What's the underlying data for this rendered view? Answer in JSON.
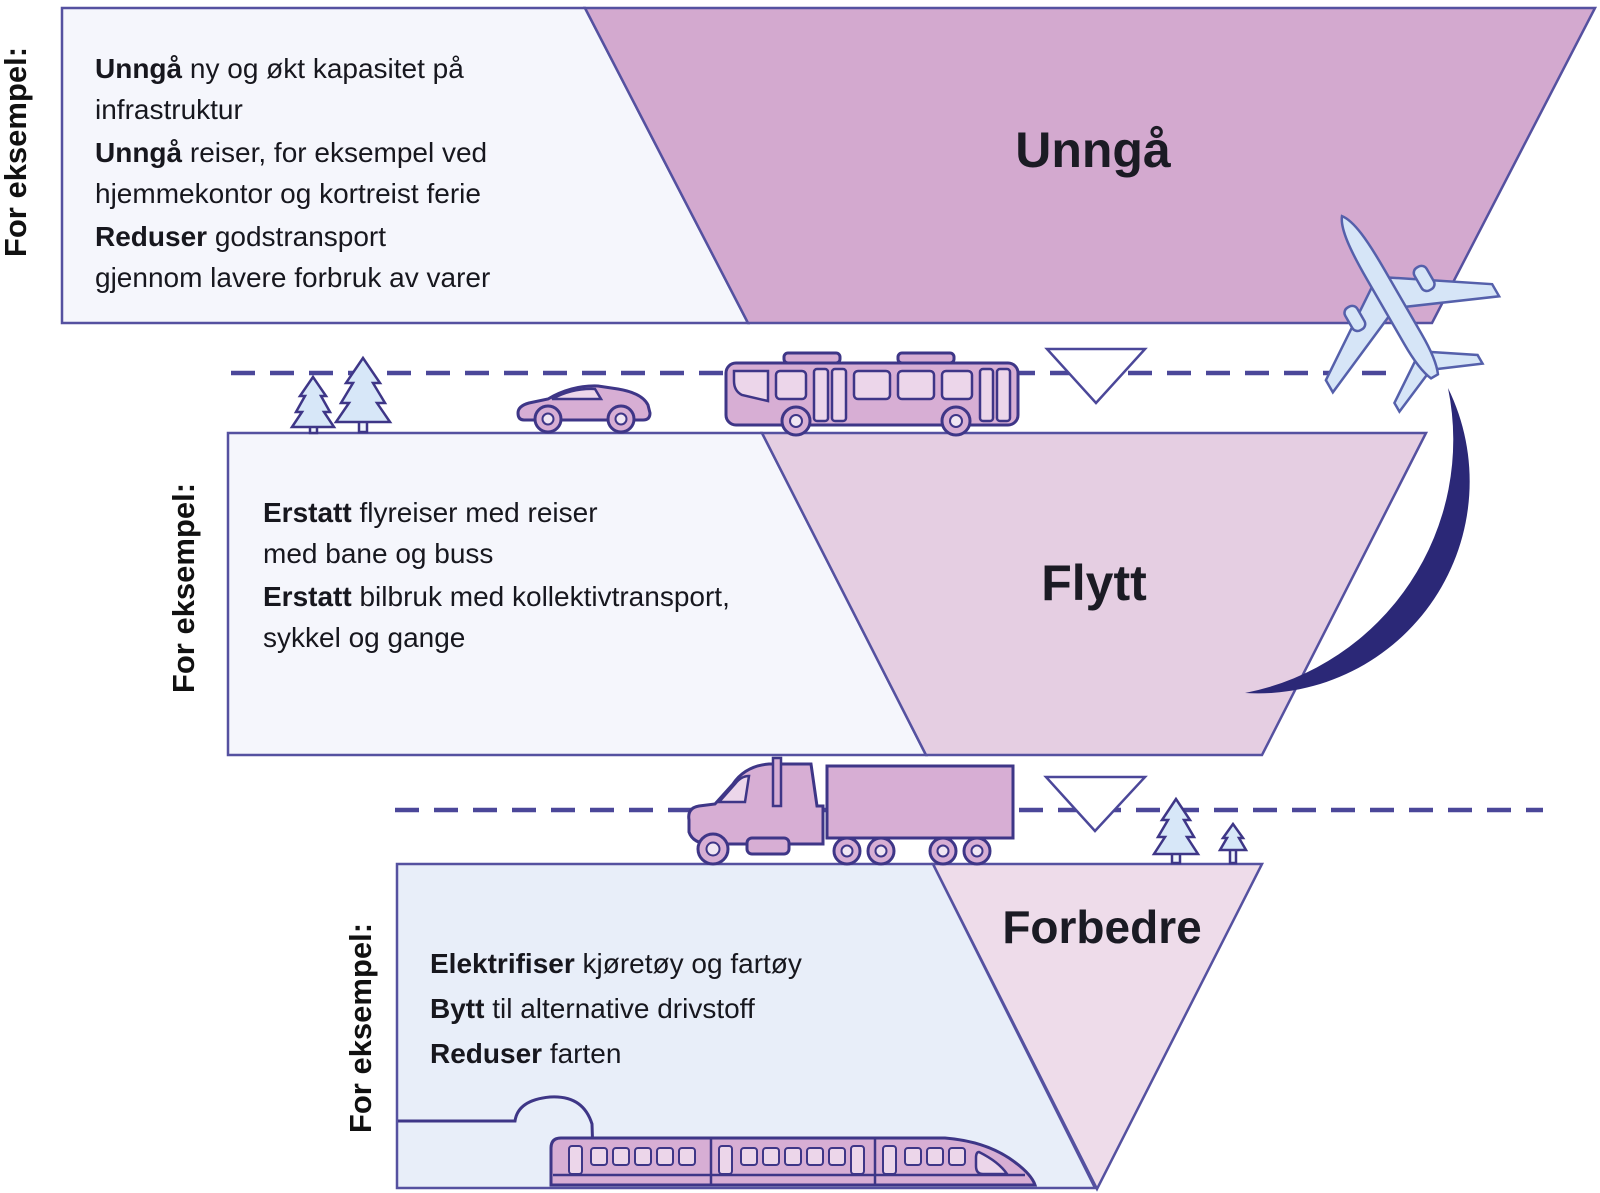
{
  "stages": [
    {
      "side_label": "For eksempel:",
      "title": "Unngå",
      "examples": [
        {
          "bold": "Unngå",
          "rest": " ny og økt kapasitet på",
          "line2": "infrastruktur"
        },
        {
          "bold": "Unngå",
          "rest": " reiser, for eksempel ved",
          "line2": "hjemmekontor og kortreist ferie"
        },
        {
          "bold": "Reduser",
          "rest": " godstransport",
          "line2": "gjennom lavere forbruk av varer"
        }
      ]
    },
    {
      "side_label": "For eksempel:",
      "title": "Flytt",
      "examples": [
        {
          "bold": "Erstatt",
          "rest": " flyreiser med reiser",
          "line2": "med bane og buss"
        },
        {
          "bold": "Erstatt",
          "rest": " bilbruk med kollektivtransport,",
          "line2": "sykkel og gange"
        }
      ]
    },
    {
      "side_label": "For eksempel:",
      "title": "Forbedre",
      "examples": [
        {
          "bold": "Elektrifiser",
          "rest": " kjøretøy og fartøy"
        },
        {
          "bold": "Bytt",
          "rest": " til alternative drivstoff"
        },
        {
          "bold": "Reduser",
          "rest": " farten"
        }
      ]
    }
  ],
  "icons": {
    "between_stage_1_and_2": [
      "pine-tree-icon",
      "pine-tree-icon",
      "car-icon",
      "bus-icon",
      "down-arrow-icon",
      "airplane-icon",
      "shift-curve-arrow-icon"
    ],
    "between_stage_2_and_3": [
      "truck-icon",
      "down-arrow-icon",
      "pine-tree-icon",
      "pine-tree-icon"
    ],
    "stage_3_bottom": [
      "tunnel-icon",
      "train-icon"
    ]
  },
  "colors": {
    "stage1_fill": "#d3a9cf",
    "stage2_fill": "#e5cee2",
    "stage3_fill": "#eedcea",
    "box1_bg": "#f5f6fc",
    "box2_bg": "#f5f6fc",
    "box3_bg": "#e8eef9",
    "box_outline": "#5551a0",
    "vehicle_outline": "#3e3687",
    "vehicle_fill": "#d7aed4",
    "window_fill": "#ecd6ea",
    "nature_fill": "#d7e7f8",
    "shift_arrow": "#2b2877",
    "text": "#17171e"
  }
}
